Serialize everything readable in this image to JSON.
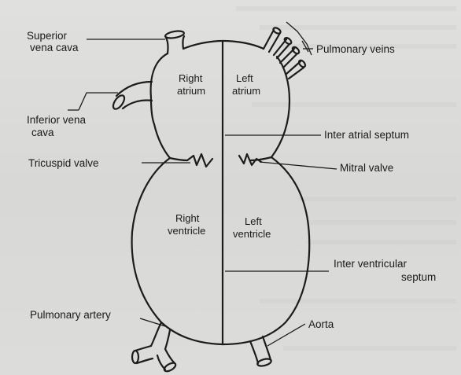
{
  "labels": {
    "superior_vena_cava": [
      "Superior",
      "vena cava"
    ],
    "pulmonary_veins": "Pulmonary veins",
    "right_atrium": [
      "Right",
      "atrium"
    ],
    "left_atrium": [
      "Left",
      "atrium"
    ],
    "inferior_vena_cava": [
      "Inferior vena",
      "cava"
    ],
    "inter_atrial_septum": "Inter atrial septum",
    "tricuspid_valve": "Tricuspid valve",
    "mitral_valve": "Mitral valve",
    "right_ventricle": [
      "Right",
      "ventricle"
    ],
    "left_ventricle": [
      "Left",
      "ventricle"
    ],
    "inter_ventricular_septum": [
      "Inter ventricular",
      "septum"
    ],
    "pulmonary_artery": "Pulmonary artery",
    "aorta": "Aorta"
  }
}
